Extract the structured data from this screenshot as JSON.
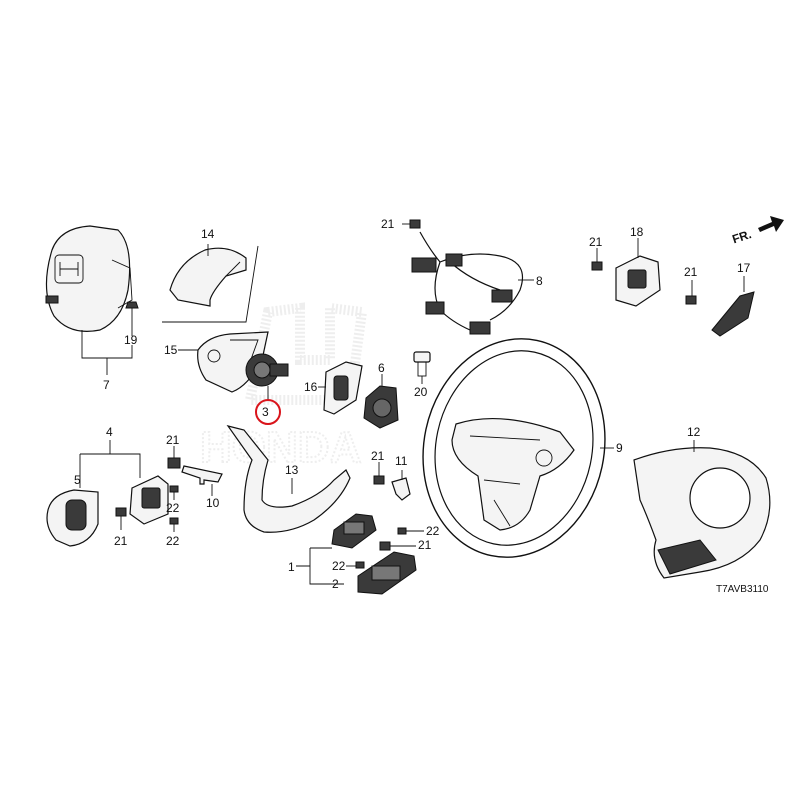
{
  "callouts": {
    "c1": "1",
    "c2": "2",
    "c3": "3",
    "c4": "4",
    "c5": "5",
    "c6": "6",
    "c7": "7",
    "c8": "8",
    "c9": "9",
    "c10": "10",
    "c11": "11",
    "c12": "12",
    "c13": "13",
    "c14": "14",
    "c15": "15",
    "c16": "16",
    "c17": "17",
    "c18": "18",
    "c19": "19",
    "c20": "20",
    "c21": "21",
    "c22": "22"
  },
  "diagram_code": "T7AVB3110",
  "direction_label": "FR.",
  "highlight_color": "#d9141b"
}
